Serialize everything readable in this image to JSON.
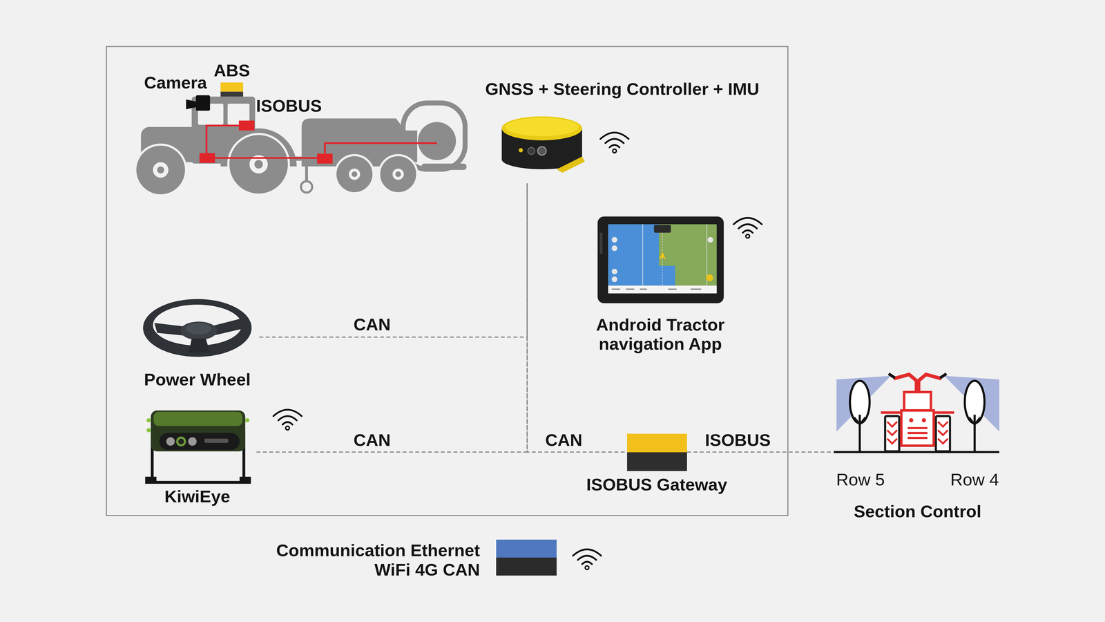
{
  "diagram": {
    "nodes": [
      {
        "text": [
          "GNSS + Steering Controller + IMU"
        ]
      },
      {
        "text": [
          "Android Tractor navigation App"
        ]
      },
      {
        "text": [
          "Power Wheel"
        ]
      },
      {
        "text": [
          "KiwiEye"
        ]
      },
      {
        "text": [
          "ISOBUS Gateway"
        ]
      },
      {
        "text": [
          "Section Control"
        ]
      },
      {
        "text": [
          "Communication Ethernet WiFi 4G CAN"
        ]
      }
    ],
    "edges": [
      {
        "from": 2,
        "to": 0,
        "label": "CAN",
        "arrow": "none"
      },
      {
        "from": 3,
        "to": 0,
        "label": "CAN",
        "arrow": "none"
      },
      {
        "from": 0,
        "to": 4,
        "label": "CAN",
        "arrow": "none"
      },
      {
        "from": 4,
        "to": 5,
        "label": "ISOBUS",
        "arrow": "none"
      }
    ],
    "labels": [
      "Camera",
      "ABS",
      "ISOBUS",
      "Row 5",
      "Row 4"
    ]
  }
}
